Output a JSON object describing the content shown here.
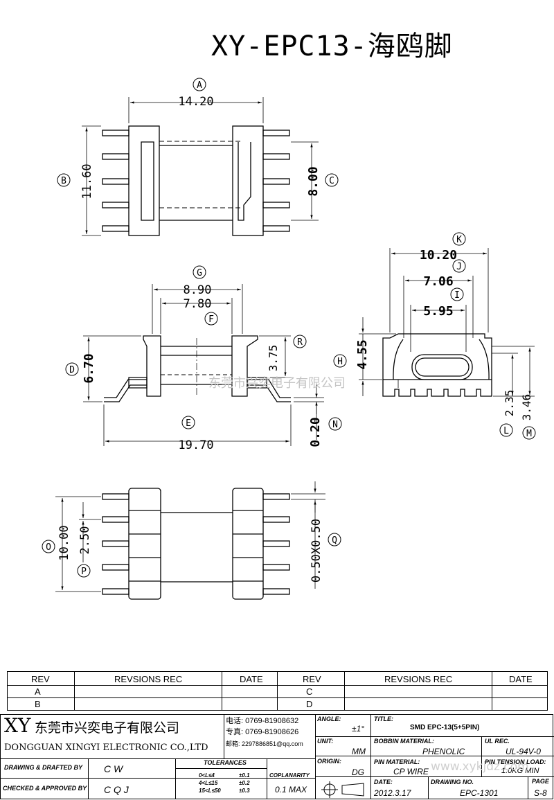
{
  "title": "XY-EPC13-海鸥脚",
  "drawing": {
    "dims": {
      "A": {
        "letter": "A",
        "value": "14.20"
      },
      "B": {
        "letter": "B",
        "value": "11.60"
      },
      "C": {
        "letter": "C",
        "value": "8.00"
      },
      "D": {
        "letter": "D",
        "value": "6.70"
      },
      "E": {
        "letter": "E",
        "value": "19.70"
      },
      "F": {
        "letter": "F",
        "value": "7.80"
      },
      "G": {
        "letter": "G",
        "value": "8.90"
      },
      "H": {
        "letter": "H",
        "value": "4.55"
      },
      "I": {
        "letter": "I",
        "value": "5.95"
      },
      "J": {
        "letter": "J",
        "value": "7.06"
      },
      "K": {
        "letter": "K",
        "value": "10.20"
      },
      "L": {
        "letter": "L",
        "value": "2.35"
      },
      "M": {
        "letter": "M",
        "value": "3.46"
      },
      "N": {
        "letter": "N",
        "value": "0.20"
      },
      "O": {
        "letter": "O",
        "value": "10.00"
      },
      "P": {
        "letter": "P",
        "value": "2.50"
      },
      "Q": {
        "letter": "Q",
        "value": "0.50X0.50"
      },
      "R": {
        "letter": "R",
        "value": "3.75"
      }
    },
    "watermark": "东莞市兴奕电子有限公司"
  },
  "revision_table": {
    "headers": [
      "REV",
      "REVSIONS REC",
      "DATE",
      "REV",
      "REVSIONS REC",
      "DATE"
    ],
    "rows": [
      [
        "A",
        "",
        "",
        "C",
        "",
        ""
      ],
      [
        "B",
        "",
        "",
        "D",
        "",
        ""
      ]
    ]
  },
  "title_block": {
    "logo": "XY",
    "company_cn": "东莞市兴奕电子有限公司",
    "company_en": "DONGGUAN XINGYI ELECTRONIC CO.,LTD",
    "phone": "电话: 0769-81908632",
    "fax": "专真: 0769-81908626",
    "email": "邮箱: 2297886851@qq.com",
    "angle_label": "ANGLE:",
    "angle_value": "±1°",
    "unit_label": "UNIT:",
    "unit_value": "MM",
    "origin_label": "ORIGIN:",
    "origin_value": "DG",
    "title_label": "TITLE:",
    "title_value": "SMD EPC-13(5+5PIN)",
    "bobbin_label": "BOBBIN MATERIAL:",
    "bobbin_value": "PHENOLIC",
    "ul_label": "UL REC.",
    "ul_value": "UL-94V-0",
    "pin_label": "PIN MATERIAL:",
    "pin_value": "CP WIRE",
    "pin_tension_label": "PIN TENSION LOAD:",
    "pin_tension_value": "1.0KG MIN",
    "drawing_label": "DRAWING & DRAFTED BY",
    "drawing_value": "C W",
    "checked_label": "CHECKED & APPROVED BY",
    "checked_value": "C Q J",
    "tolerances_label": "TOLERANCES",
    "tol_rows": [
      [
        "0<L≤4",
        "±0.1"
      ],
      [
        "4<L≤15",
        "±0.2"
      ],
      [
        "15<L≤50",
        "±0.3"
      ]
    ],
    "coplanarity_label": "COPLANARITY",
    "coplanarity_value": "0.1 MAX",
    "date_label": "DATE:",
    "date_value": "2012.3.17",
    "drawing_no_label": "DRAWING NO.",
    "drawing_no_value": "EPC-1301",
    "page_label": "PAGE",
    "page_value": "S-8",
    "website_watermark": "www.xykjdz.com"
  }
}
